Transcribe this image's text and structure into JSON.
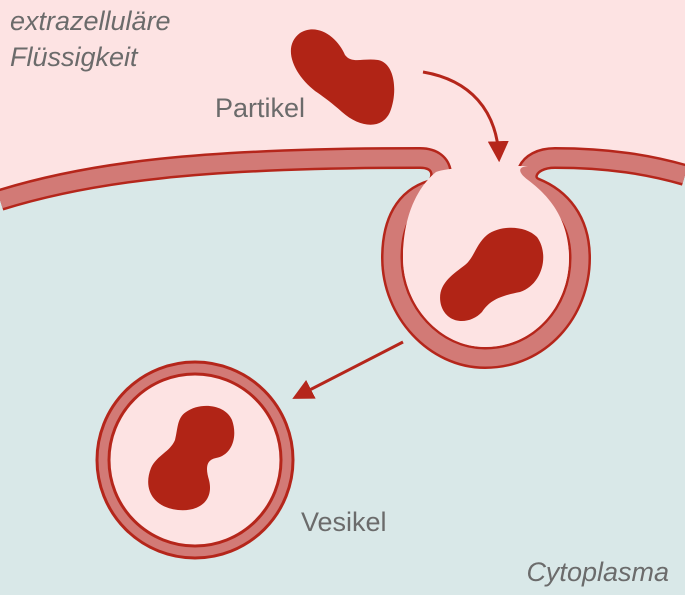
{
  "labels": {
    "extracellular_line1": "extrazelluläre",
    "extracellular_line2": "Flüssigkeit",
    "particle": "Partikel",
    "vesicle": "Vesikel",
    "cytoplasm": "Cytoplasma"
  },
  "colors": {
    "extracellular_fill": "#fde3e3",
    "cytoplasm_fill": "#d9e8e8",
    "membrane_fill": "#d27a76",
    "membrane_stroke": "#b5261b",
    "particle_fill": "#b12416",
    "arrow": "#b5261b",
    "label_text": "#6b6b6b"
  }
}
